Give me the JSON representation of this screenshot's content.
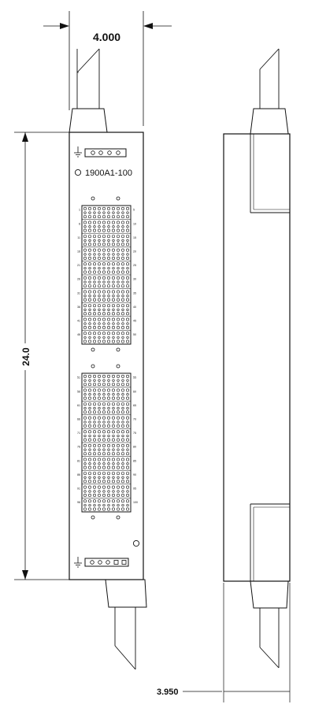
{
  "dimensions": {
    "top_width": "4.000",
    "height": "24.0",
    "side_width": "3.950"
  },
  "panel": {
    "part_number": "1900A1-100",
    "ground_symbol": "ground-icon"
  },
  "block_upper": {
    "row_labels_left": [
      "1",
      "6",
      "11",
      "16",
      "21",
      "26",
      "31",
      "36",
      "41",
      "46"
    ],
    "row_labels_right": [
      "5",
      "10",
      "15",
      "20",
      "25",
      "30",
      "35",
      "40",
      "45",
      "50"
    ]
  },
  "block_lower": {
    "row_labels_left": [
      "51",
      "56",
      "61",
      "66",
      "71",
      "76",
      "81",
      "86",
      "91",
      "96"
    ],
    "row_labels_right": [
      "55",
      "60",
      "65",
      "70",
      "75",
      "80",
      "85",
      "90",
      "95",
      "100"
    ]
  }
}
